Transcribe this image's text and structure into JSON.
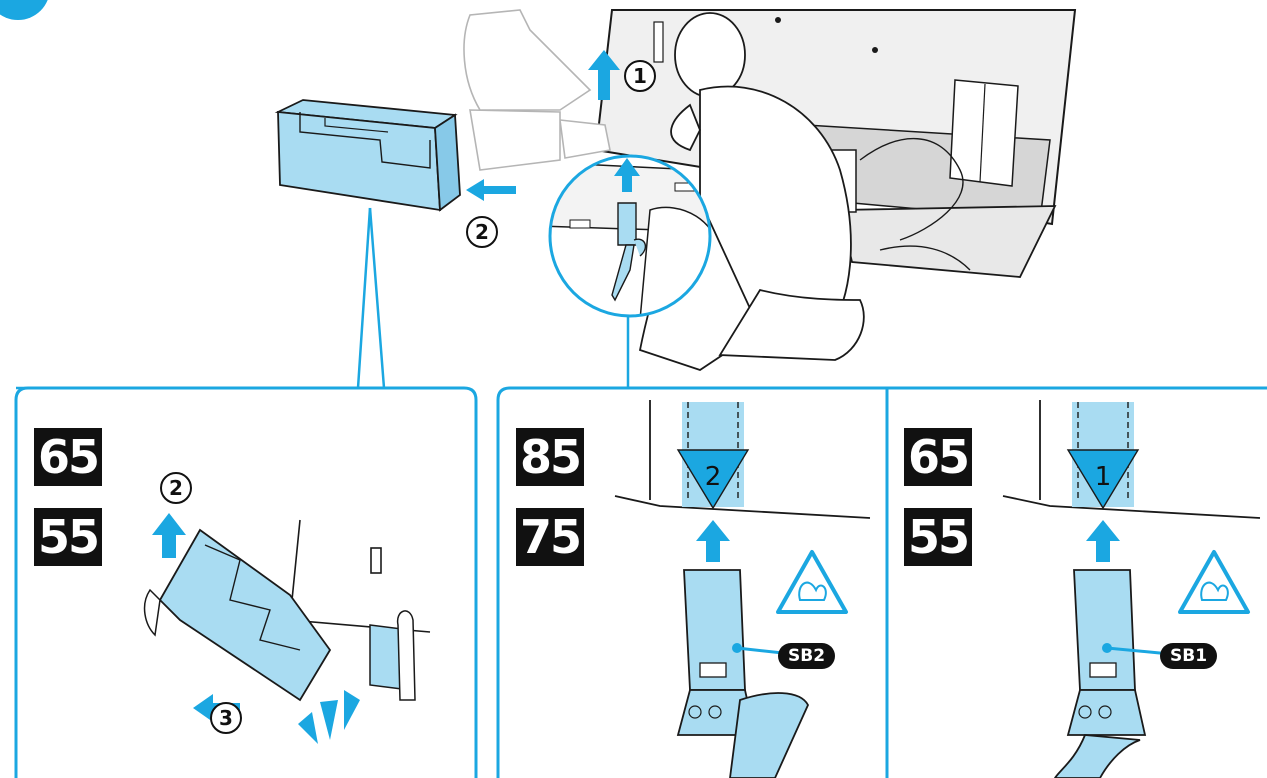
{
  "colors": {
    "accent_blue": "#1ba7e1",
    "part_fill": "#a9dcf2",
    "line": "#1a1a1a",
    "person_fill": "#ffffff",
    "shade": "#e4e4e4"
  },
  "main_scene": {
    "step_1": "1",
    "step_2": "2"
  },
  "panel_left": {
    "sizes": [
      "65",
      "55"
    ],
    "step_2": "2",
    "step_3": "3"
  },
  "panel_middle": {
    "sizes": [
      "85",
      "75"
    ],
    "order": "2",
    "part_label": "SB2"
  },
  "panel_right": {
    "sizes": [
      "65",
      "55"
    ],
    "order": "1",
    "part_label": "SB1"
  }
}
